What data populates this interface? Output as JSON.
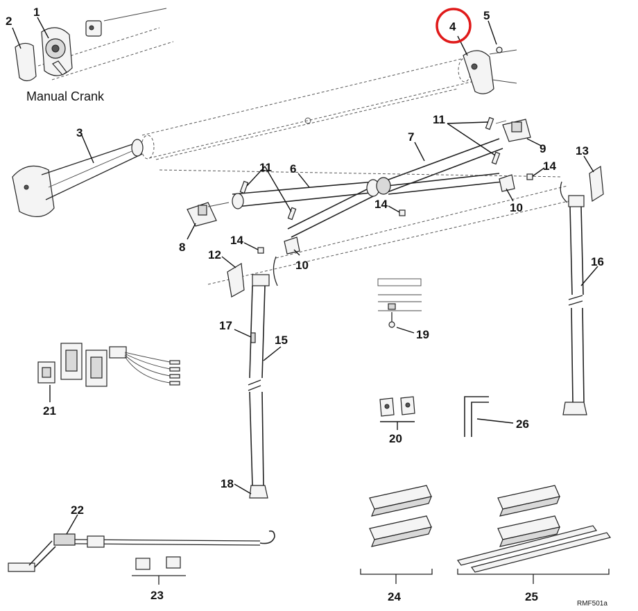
{
  "caption": "Manual Crank",
  "drawing_code": "RMF501a",
  "highlight": {
    "part": "4",
    "color": "#e01a1a"
  },
  "parts": [
    {
      "num": "1"
    },
    {
      "num": "2"
    },
    {
      "num": "3"
    },
    {
      "num": "4"
    },
    {
      "num": "5"
    },
    {
      "num": "6"
    },
    {
      "num": "7"
    },
    {
      "num": "8"
    },
    {
      "num": "9"
    },
    {
      "num": "10"
    },
    {
      "num": "10"
    },
    {
      "num": "11"
    },
    {
      "num": "11"
    },
    {
      "num": "12"
    },
    {
      "num": "13"
    },
    {
      "num": "14"
    },
    {
      "num": "14"
    },
    {
      "num": "14"
    },
    {
      "num": "15"
    },
    {
      "num": "16"
    },
    {
      "num": "17"
    },
    {
      "num": "18"
    },
    {
      "num": "19"
    },
    {
      "num": "20"
    },
    {
      "num": "21"
    },
    {
      "num": "22"
    },
    {
      "num": "23"
    },
    {
      "num": "24"
    },
    {
      "num": "25"
    },
    {
      "num": "26"
    }
  ]
}
